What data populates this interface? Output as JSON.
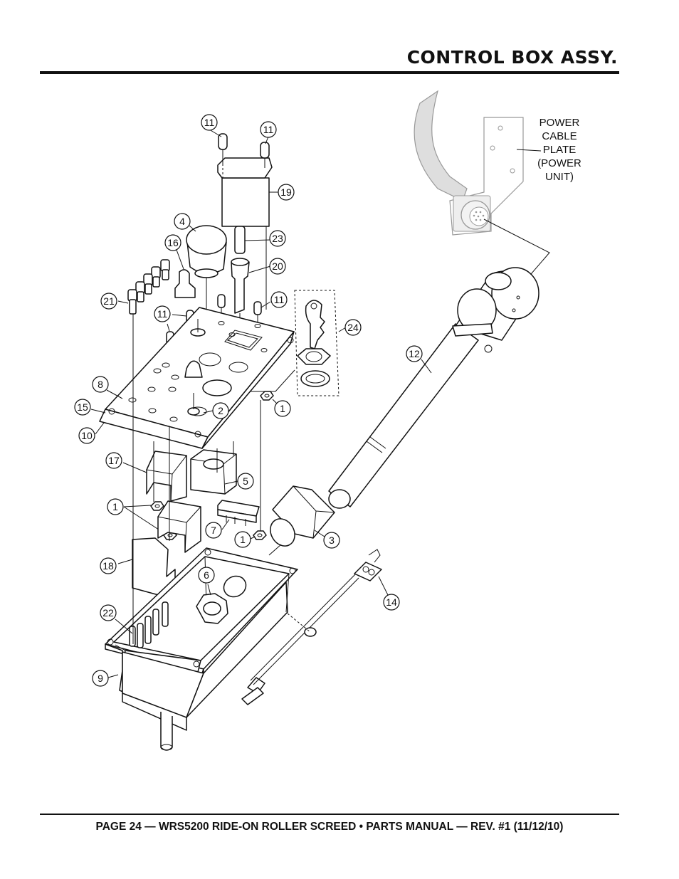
{
  "header": {
    "title": "CONTROL BOX ASSY."
  },
  "footer": {
    "text": "PAGE 24 — WRS5200 RIDE-ON ROLLER SCREED • PARTS MANUAL — REV. #1 (11/12/10)"
  },
  "diagram": {
    "power_cable_plate_label": [
      "POWER",
      "CABLE",
      "PLATE",
      "(POWER",
      "UNIT)"
    ],
    "callouts": [
      "11",
      "11",
      "19",
      "4",
      "23",
      "16",
      "20",
      "21",
      "11",
      "11",
      "24",
      "12",
      "8",
      "15",
      "10",
      "2",
      "1",
      "17",
      "5",
      "1",
      "7",
      "1",
      "3",
      "18",
      "6",
      "14",
      "22",
      "9"
    ]
  }
}
